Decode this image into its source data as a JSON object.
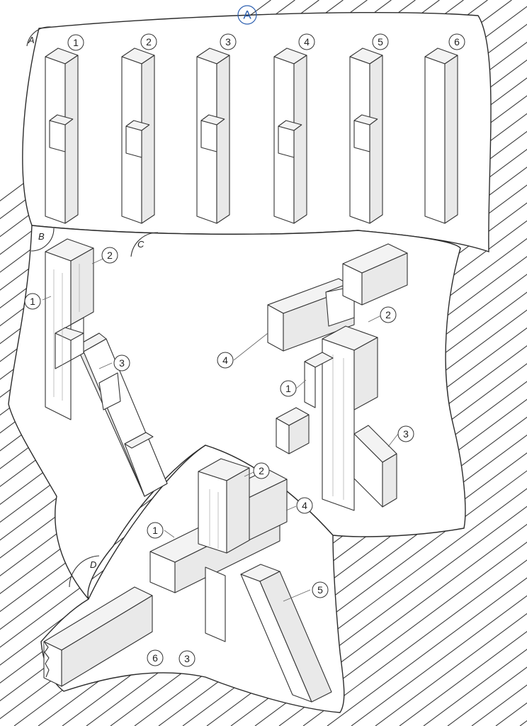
{
  "sheet_label": "A",
  "sections": [
    {
      "id": "A",
      "label": "A"
    },
    {
      "id": "B",
      "label": "B"
    },
    {
      "id": "C",
      "label": "C"
    },
    {
      "id": "D",
      "label": "D"
    }
  ],
  "panel_a": {
    "items": [
      "1",
      "2",
      "3",
      "4",
      "5",
      "6"
    ]
  },
  "panel_b": {
    "labels": [
      "1",
      "2",
      "3"
    ]
  },
  "panel_c": {
    "labels": [
      "1",
      "2",
      "3",
      "4"
    ]
  },
  "panel_d": {
    "labels": [
      "1",
      "2",
      "3",
      "4",
      "5",
      "6"
    ]
  },
  "colors": {
    "ink": "#2b2b2b",
    "hatch": "#3a3a3a",
    "title_blue": "#2c5fb0"
  }
}
